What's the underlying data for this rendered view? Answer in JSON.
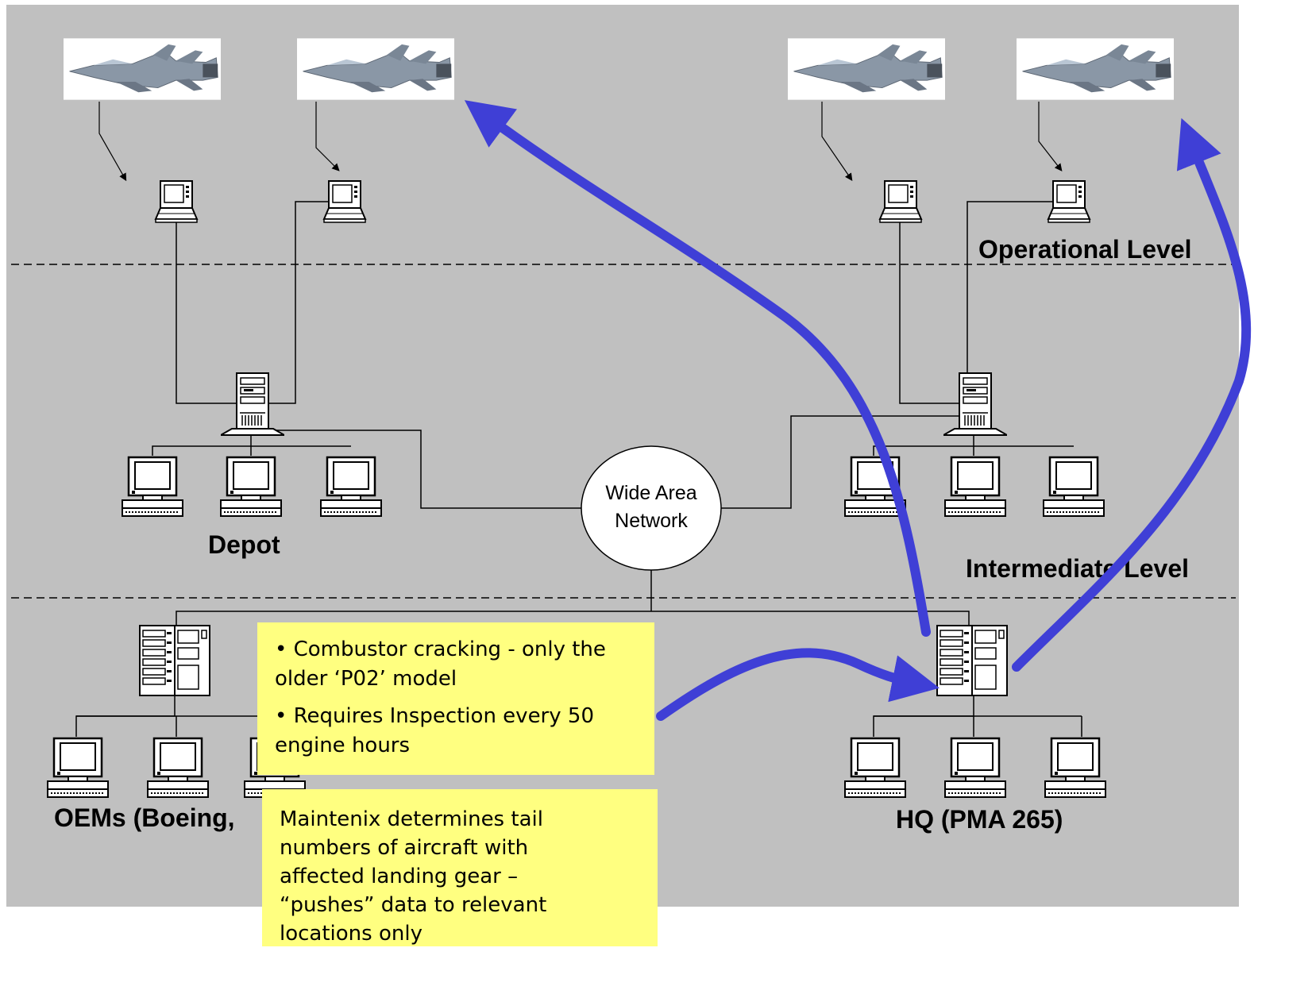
{
  "levels": {
    "operational": "Operational Level",
    "intermediate": "Intermediate Level"
  },
  "sites": {
    "depot": "Depot",
    "oems": "OEMs (Boeing,",
    "hq": "HQ (PMA 265)"
  },
  "network": {
    "line1": "Wide Area",
    "line2": "Network"
  },
  "callouts": {
    "issue_line1": "• Combustor cracking  - only the older ‘P02’ model",
    "issue_line2": "• Requires Inspection every 50 engine hours",
    "maintenix": "Maintenix determines tail numbers of aircraft with affected landing gear – “pushes” data to relevant locations only"
  },
  "colors": {
    "background_panel": "#c0c0c0",
    "callout": "#ffff80",
    "arrow": "#3f3fd6"
  },
  "icons": [
    "fighter-jet-icon",
    "laptop-icon",
    "tower-server-icon",
    "desktop-computer-icon",
    "mainframe-icon",
    "network-cloud-icon"
  ]
}
